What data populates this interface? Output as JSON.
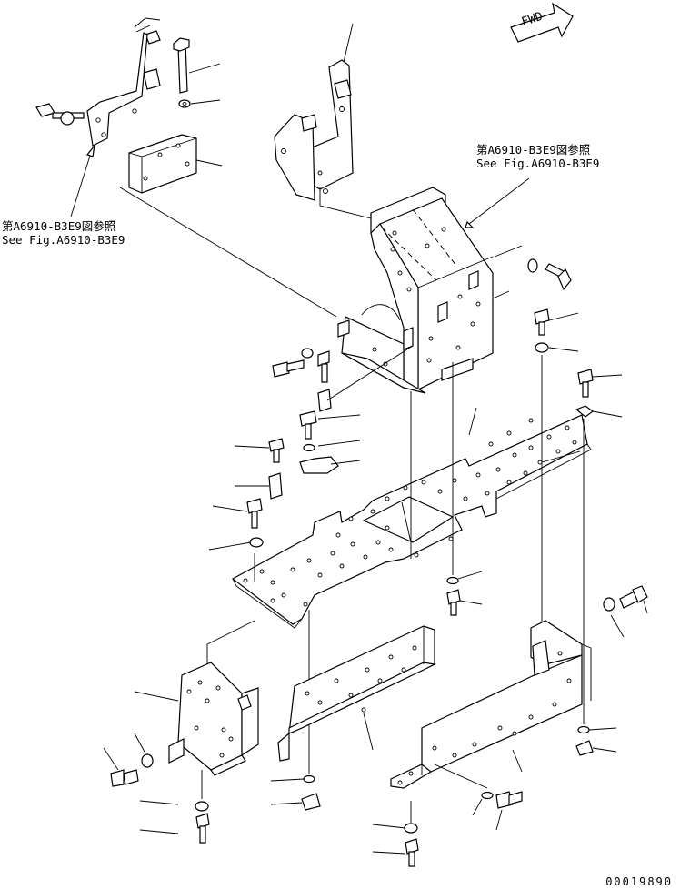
{
  "fwd_label": "FWD",
  "references": {
    "right": {
      "line1": "第A6910-B3E9図参照",
      "line2": "See Fig.A6910-B3E9"
    },
    "left": {
      "line1": "第A6910-B3E9図参照",
      "line2": "See Fig.A6910-B3E9"
    }
  },
  "drawing_number": "00019890"
}
